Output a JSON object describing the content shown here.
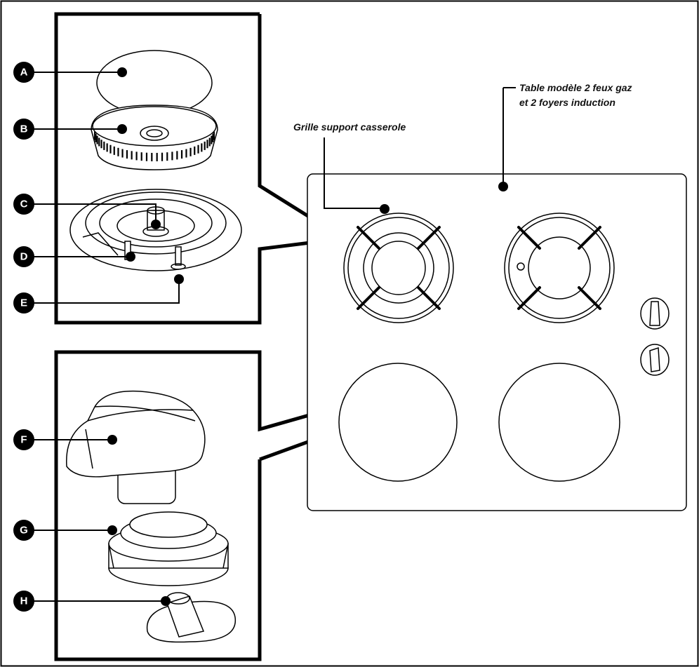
{
  "labels": {
    "hob_model": [
      "Table modèle 2 feux gaz",
      "et 2 foyers induction"
    ],
    "pan_support": "Grille support casserole"
  },
  "callouts": [
    "A",
    "B",
    "C",
    "D",
    "E",
    "F",
    "G",
    "H"
  ],
  "colors": {
    "ink": "#000000",
    "badge": "#000000",
    "paper": "#ffffff"
  }
}
